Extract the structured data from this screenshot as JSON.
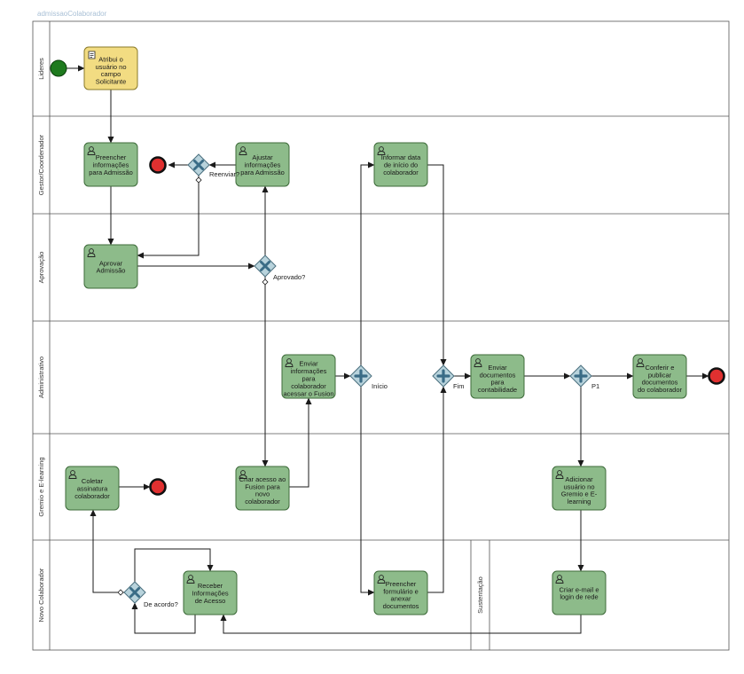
{
  "process_title": "admissaoColaborador",
  "colors": {
    "task_fill": "#8dbb8a",
    "task_stroke": "#3e6b3a",
    "user_task_fill": "#f2dc82",
    "start_fill": "#1e7a1e",
    "end_fill": "#e03030",
    "gateway_fill": "#b8d3dc",
    "gateway_mark": "#3a6c86"
  },
  "lanes": [
    {
      "id": "lideres",
      "label": "Lideres"
    },
    {
      "id": "gestor",
      "label": "Gestor/Coordenador"
    },
    {
      "id": "aprovacao",
      "label": "Aprovação"
    },
    {
      "id": "administrativo",
      "label": "Administrativo"
    },
    {
      "id": "gremio",
      "label": "Gremio e E-learning"
    },
    {
      "id": "novo",
      "label": "Novo Colaborador"
    }
  ],
  "sublane": {
    "label": "Sustentação"
  },
  "tasks": [
    {
      "id": "t1",
      "lines": [
        "Atribui o",
        "usuário no",
        "campo",
        "Solicitante"
      ],
      "icon": "script-icon"
    },
    {
      "id": "t2",
      "lines": [
        "Preencher",
        "informações",
        "para Admissão"
      ],
      "icon": "user-icon"
    },
    {
      "id": "t3",
      "lines": [
        "Ajustar",
        "informações",
        "para Admissão"
      ],
      "icon": "user-icon"
    },
    {
      "id": "t4",
      "lines": [
        "Informar data",
        "de início do",
        "colaborador"
      ],
      "icon": "user-icon"
    },
    {
      "id": "t5",
      "lines": [
        "Aprovar",
        "Admissão"
      ],
      "icon": "user-icon"
    },
    {
      "id": "t6",
      "lines": [
        "Enviar",
        "informações",
        "para",
        "colaborador",
        "acessar o Fusion"
      ],
      "icon": "user-icon"
    },
    {
      "id": "t7",
      "lines": [
        "Enviar",
        "documentos",
        "para",
        "contabilidade"
      ],
      "icon": "user-icon"
    },
    {
      "id": "t8",
      "lines": [
        "Conferir e",
        "publicar",
        "documentos",
        "do colaborador"
      ],
      "icon": "user-icon"
    },
    {
      "id": "t9",
      "lines": [
        "Coletar",
        "assinatura",
        "colaborador"
      ],
      "icon": "user-icon"
    },
    {
      "id": "t10",
      "lines": [
        "Criar acesso ao",
        "Fusion para",
        "novo",
        "colaborador"
      ],
      "icon": "user-icon"
    },
    {
      "id": "t11",
      "lines": [
        "Adicionar",
        "usuário no",
        "Gremio e E-",
        "learning"
      ],
      "icon": "user-icon"
    },
    {
      "id": "t12",
      "lines": [
        "Receber",
        "Informações",
        "de Acesso"
      ],
      "icon": "user-icon"
    },
    {
      "id": "t13",
      "lines": [
        "Preencher",
        "formulário e",
        "anexar",
        "documentos"
      ],
      "icon": "user-icon"
    },
    {
      "id": "t14",
      "lines": [
        "Criar e-mail e",
        "login de rede"
      ],
      "icon": "user-icon"
    }
  ],
  "gateways": [
    {
      "id": "g1",
      "type": "exclusive",
      "label": "Reenviar?"
    },
    {
      "id": "g2",
      "type": "exclusive",
      "label": "Aprovado?"
    },
    {
      "id": "g3",
      "type": "parallel",
      "label": "Início"
    },
    {
      "id": "g4",
      "type": "parallel",
      "label": "Fim"
    },
    {
      "id": "g5",
      "type": "parallel",
      "label": "P1"
    },
    {
      "id": "g6",
      "type": "exclusive",
      "label": "De acordo?"
    }
  ],
  "events": [
    {
      "id": "e_start",
      "type": "start"
    },
    {
      "id": "e_end1",
      "type": "end"
    },
    {
      "id": "e_end2",
      "type": "end"
    },
    {
      "id": "e_end3",
      "type": "end"
    }
  ]
}
